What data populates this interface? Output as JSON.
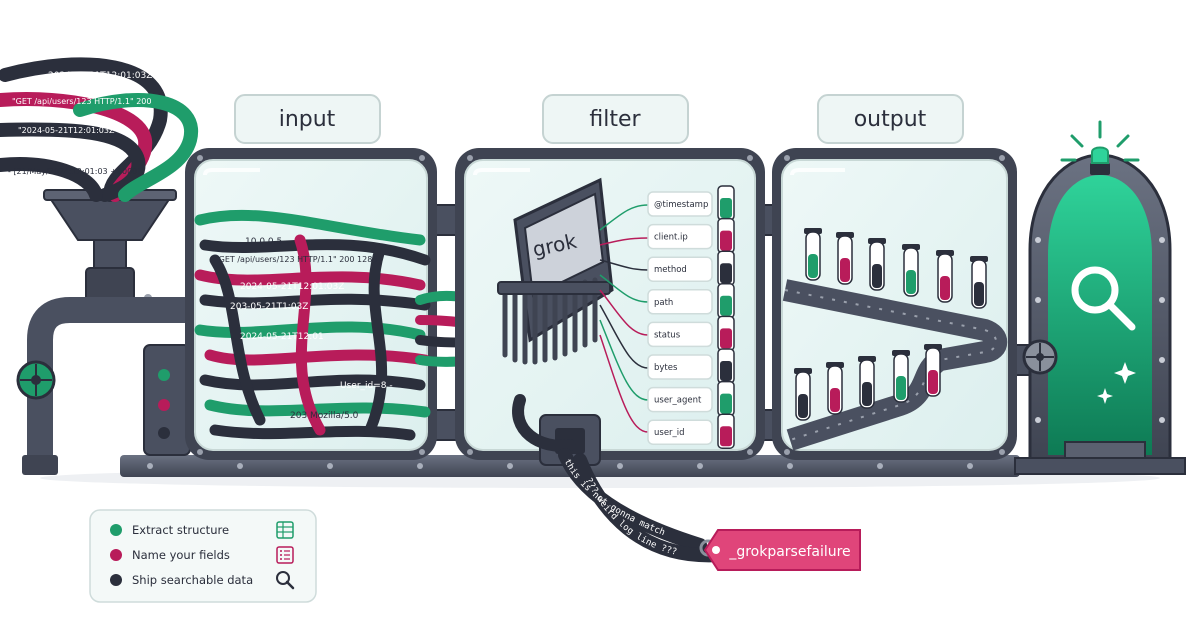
{
  "stages": {
    "input": "input",
    "filter": "filter",
    "output": "output"
  },
  "incoming_log_lines": [
    "2024-05-21T12:01:03Z",
    "\"GET /api/users/123 HTTP/1.1\" 200",
    "\"2024-05-21T12:01:03Z\"",
    "- [21/May/2024:12:01:03 +0000]"
  ],
  "input_log_lines": [
    "10.0.0.5 -",
    "\"GET /api/users/123 HTTP/1.1\" 200 1284 -",
    "2024-05-21T12:01:03Z",
    "203-05-21T1:03Z",
    "2024-05-21T12:01",
    "User_id=8 -",
    "203 Mozilla/5.0"
  ],
  "grok_label": "grok",
  "fields": [
    "@timestamp",
    "client.ip",
    "method",
    "path",
    "status",
    "bytes",
    "user_agent",
    "user_id"
  ],
  "failure": {
    "ribbon_1": "this is not gonna match",
    "ribbon_2": "??? weird log line ???",
    "tag": "_grokparsefailure"
  },
  "legend": [
    {
      "label": "Extract structure",
      "color": "#1f9d6b",
      "icon": "table-icon"
    },
    {
      "label": "Name your fields",
      "color": "#b81c5a",
      "icon": "list-icon"
    },
    {
      "label": "Ship searchable data",
      "color": "#2b2f3c",
      "icon": "magnifier-icon"
    }
  ],
  "colors": {
    "green": "#1f9d6b",
    "magenta": "#b81c5a",
    "navy": "#2b2f3c",
    "tag": "#e0457a",
    "metal": "#5a6070"
  }
}
